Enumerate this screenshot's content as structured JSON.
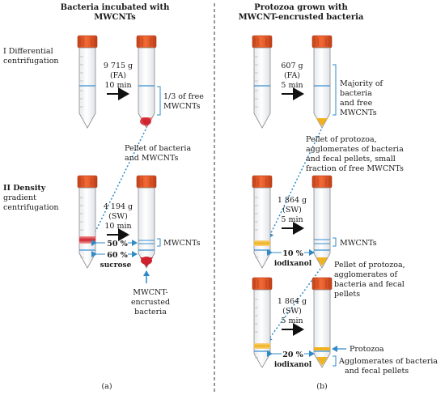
{
  "panel_a": {
    "header_line1": "Bacteria incubated with",
    "header_line2": "MWCNTs",
    "step1_label_line1": "I Differential",
    "step1_label_line2": "centrifugation",
    "step1_speed": "9 715 g",
    "step1_rotor": "(FA)",
    "step1_time": "10 min",
    "step1_note_line1": "1/3 of free",
    "step1_note_line2": "MWCNTs",
    "pellet_line1": "Pellet of bacteria",
    "pellet_line2": "and MWCNTs",
    "step2_label_line1": "II Density",
    "step2_label_line2": "gradient",
    "step2_label_line3": "centrifugation",
    "step2_speed": "4 194 g",
    "step2_rotor": "(SW)",
    "step2_time": "10 min",
    "grad_50": "50 %",
    "grad_60": "60 %",
    "sucrose": "sucrose",
    "mwcnts_label": "MWCNTs",
    "encrusted_line1": "MWCNT-",
    "encrusted_line2": "encrusted",
    "encrusted_line3": "bacteria",
    "caption": "(a)"
  },
  "panel_b": {
    "header_line1": "Protozoa grown with",
    "header_line2": "MWCNT-encrusted bacteria",
    "step1_speed": "607 g",
    "step1_rotor": "(FA)",
    "step1_time": "5 min",
    "step1_note_line1": "Majority of",
    "step1_note_line2": "bacteria",
    "step1_note_line3": "and free",
    "step1_note_line4": "MWCNTs",
    "pellet1_line1": "Pellet of protozoa,",
    "pellet1_line2": "agglomerates of bacteria",
    "pellet1_line3": "and fecal pellets, small",
    "pellet1_line4": "fraction of free MWCNTs",
    "step2_speed": "1 864 g",
    "step2_rotor": "(SW)",
    "step2_time": "5 min",
    "grad_10": "10 %",
    "iodixanol_1": "iodixanol",
    "mwcnts_label": "MWCNTs",
    "pellet2_line1": "Pellet of protozoa,",
    "pellet2_line2": "agglomerates of",
    "pellet2_line3": "bacteria and fecal",
    "pellet2_line4": "pellets",
    "step3_speed": "1 864 g",
    "step3_rotor": "(SW)",
    "step3_time": "5 min",
    "grad_20": "20 %",
    "iodixanol_2": "iodixanol",
    "protozoa_label": "Protozoa",
    "agglom_line1": "Agglomerates of bacteria",
    "agglom_line2": "and fecal pellets",
    "caption": "(b)"
  },
  "colors": {
    "cap": "#e8531f",
    "tube_edge": "#8a8a8a",
    "tube_fill": "#f3f4f6",
    "band_blue": "#3b8fd0",
    "red": "#d0222e",
    "yellow": "#f0b21e",
    "arrow_blue": "#2f8ac6"
  }
}
